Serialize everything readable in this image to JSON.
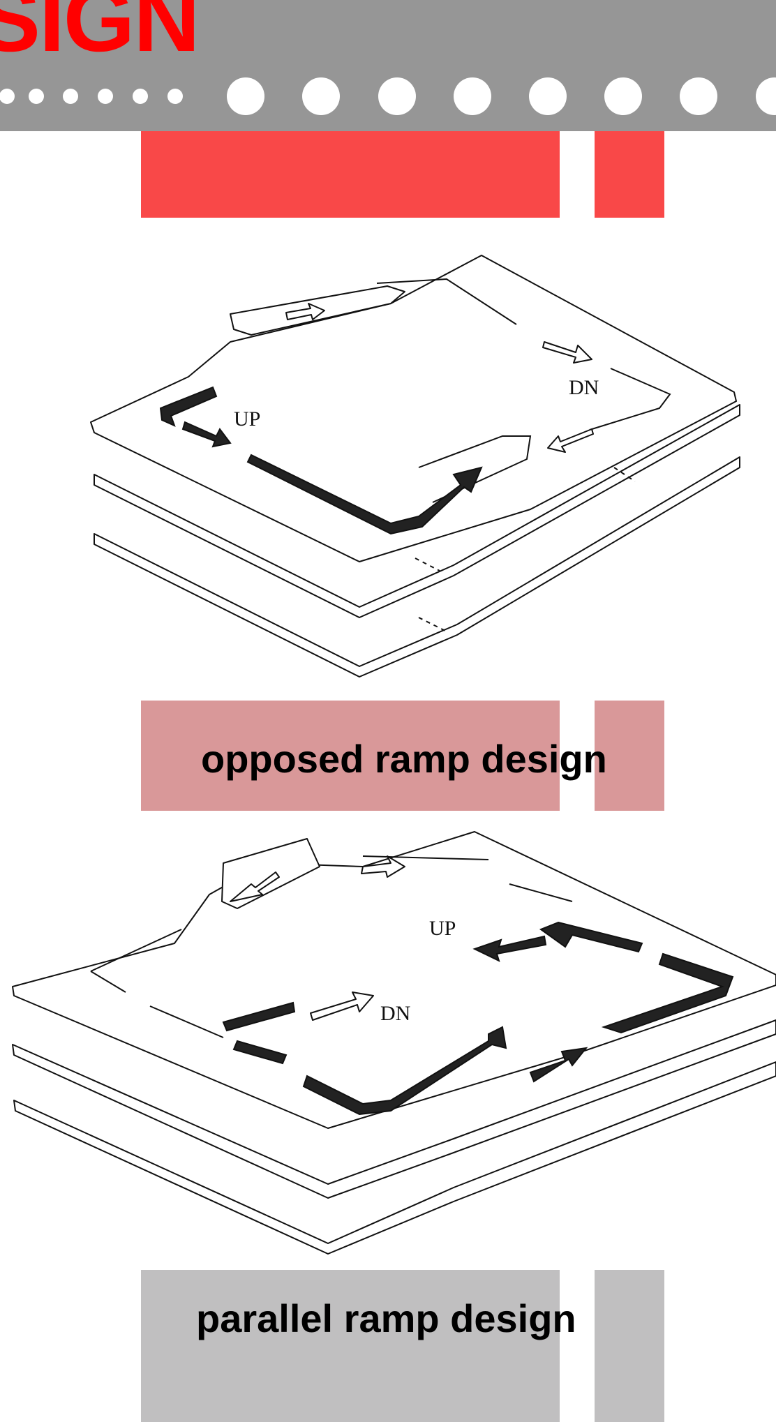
{
  "header": {
    "title_fragment": "SIGN",
    "background": "#969696",
    "title_color": "#ff0000"
  },
  "figures": [
    {
      "name": "opposed-ramp",
      "labels": {
        "up": "UP",
        "down": "DN"
      },
      "caption": "opposed ramp design",
      "caption_background": "#d99899"
    },
    {
      "name": "parallel-ramp",
      "labels": {
        "up": "UP",
        "down": "DN"
      },
      "caption": "parallel ramp design",
      "caption_background": "#c0bfc0"
    }
  ],
  "accent_block_color": "#f94848"
}
